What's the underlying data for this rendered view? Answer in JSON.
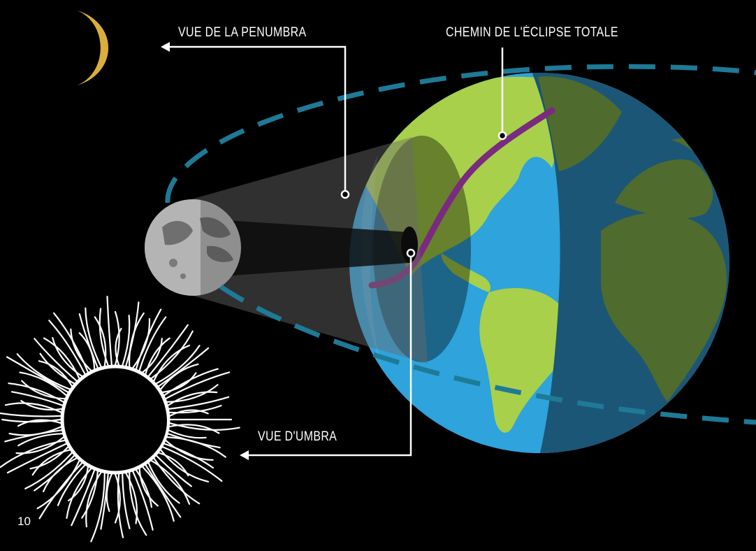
{
  "labels": {
    "penumbra_view": "VUE DE LA PENUMBRA",
    "eclipse_path": "CHEMIN DE L'ÉCLIPSE TOTALE",
    "umbra_view": "VUE D'UMBRA"
  },
  "page_number": "10",
  "colors": {
    "background": "#000000",
    "ocean": "#2ea3dc",
    "ocean_night": "#1c5676",
    "land": "#a8d04a",
    "land_night": "#4f6b2e",
    "orbit": "#1e7a96",
    "eclipse_path": "#7a2a7f",
    "crescent": "#d9ae3a",
    "moon": "#a8a8a8",
    "shadow_cone": "#5a5a5a",
    "callout_line": "#ffffff"
  },
  "icons": {
    "crescent": "crescent-moon-icon",
    "corona": "total-eclipse-corona-icon"
  }
}
